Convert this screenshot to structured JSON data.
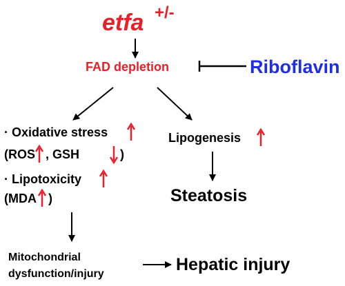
{
  "nodes": {
    "gene": {
      "name": "etfa",
      "superscript": "+/-",
      "color": "#e8202a"
    },
    "fad": {
      "label": "FAD depletion",
      "color": "#e8202a"
    },
    "riboflavin": {
      "label": "Riboflavin",
      "color": "#1f2ee0"
    },
    "oxidative": {
      "label": "· Oxidative stress",
      "detail_open": "(ROS",
      "detail_mid": ", GSH",
      "detail_close": ")"
    },
    "lipotoxicity": {
      "label": "· Lipotoxicity",
      "detail_open": "(MDA",
      "detail_close": ")"
    },
    "lipogenesis": {
      "label": "Lipogenesis"
    },
    "steatosis": {
      "label": "Steatosis"
    },
    "mito": {
      "line1": "Mitochondrial",
      "line2": "dysfunction/injury"
    },
    "hepatic": {
      "label": "Hepatic injury"
    }
  },
  "colors": {
    "text": "#000000",
    "accent_red": "#e8202a",
    "accent_blue": "#1f2ee0",
    "arrow": "#000000"
  },
  "indicators": {
    "up_arrow_icon": "up-arrow-icon",
    "down_arrow_icon": "down-arrow-icon",
    "inhibition_icon": "inhibition-bar-icon"
  }
}
